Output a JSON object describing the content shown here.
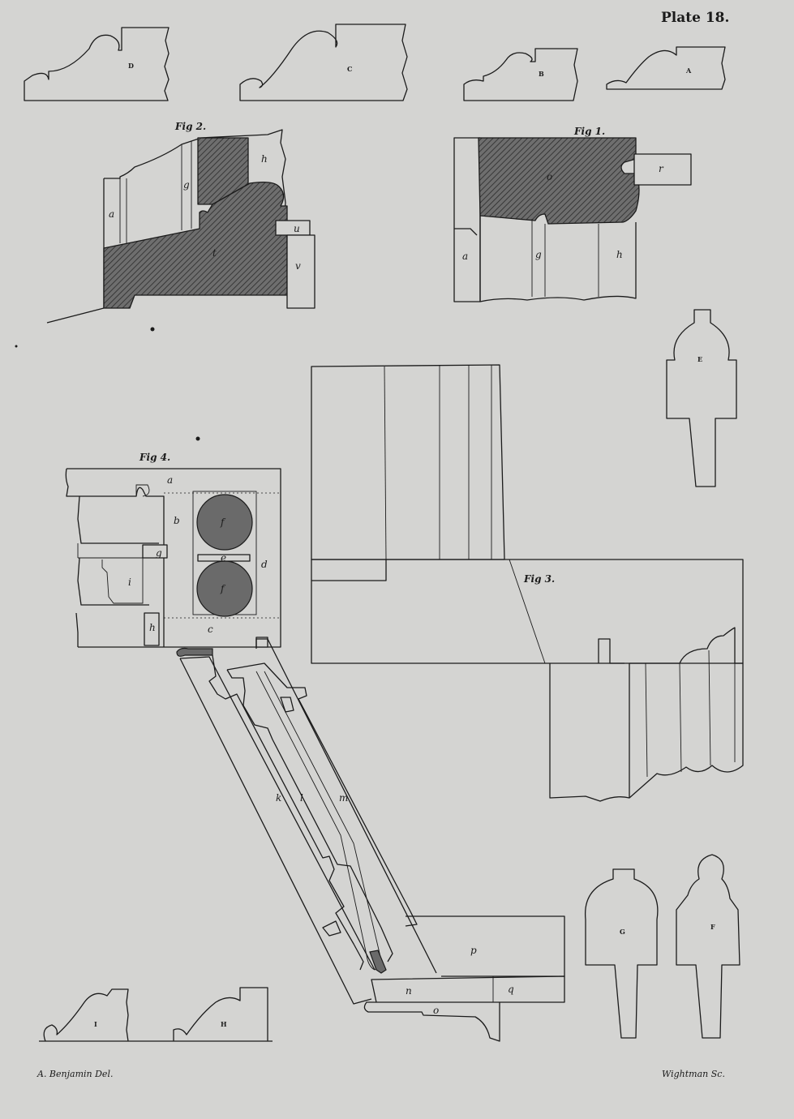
{
  "plate_title": "Plate 18.",
  "figures": {
    "fig1": "Fig 1.",
    "fig2": "Fig 2.",
    "fig3": "Fig 3.",
    "fig4": "Fig 4."
  },
  "moulding_labels": {
    "A": "A",
    "B": "B",
    "C": "C",
    "D": "D",
    "E": "E",
    "F": "F",
    "G": "G",
    "H": "H",
    "I": "I"
  },
  "fig1_labels": {
    "o": "o",
    "r": "r",
    "a": "a",
    "g": "g",
    "h": "h"
  },
  "fig2_labels": {
    "h": "h",
    "a": "a",
    "g": "g",
    "t": "t",
    "u": "u",
    "v": "v"
  },
  "fig4_labels": {
    "a": "a",
    "b": "b",
    "f1": "f",
    "e": "e",
    "f2": "f",
    "d": "d",
    "g": "g",
    "i": "i",
    "h": "h",
    "c": "c",
    "k": "k",
    "l": "l",
    "m": "m",
    "p": "p",
    "n": "n",
    "q": "q",
    "o": "o"
  },
  "credits": {
    "draftsman": "A. Benjamin Del.",
    "engraver": "Wightman Sc."
  }
}
